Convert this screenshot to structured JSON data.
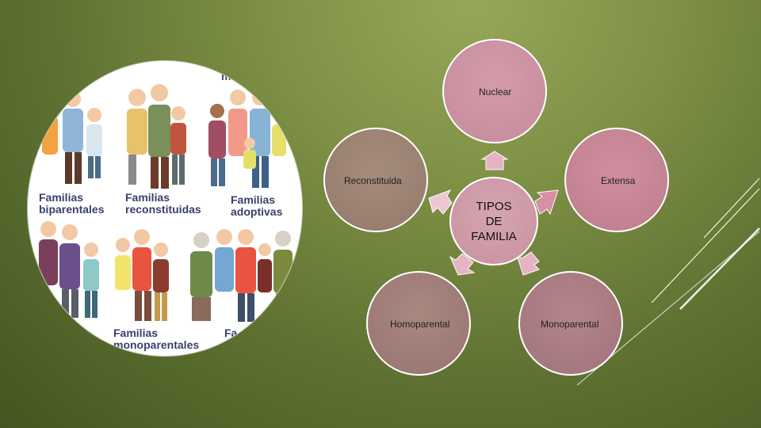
{
  "diagram": {
    "center": "TIPOS\nDE\nFAMILIA",
    "nodes": {
      "nuclear": "Nuclear",
      "extensa": "Extensa",
      "reconstituida": "Reconstituida",
      "homoparental": "Homoparental",
      "monoparental": "Monoparental"
    }
  },
  "illustration": {
    "top_fragment": "m",
    "captions": {
      "biparentales": "Familias\nbiparentales",
      "reconstituidas": "Familias\nreconstituidas",
      "adoptivas": "Familias\nadoptivas",
      "monoparentales": "Familias\nmonoparentales",
      "partial": "Fa"
    }
  },
  "colors": {
    "background": "#6f8239",
    "node_border": "#ffffff",
    "nuclear": "#c48b9c",
    "extensa": "#bd7d8d",
    "reconstituida": "#937a6b",
    "homoparental": "#977470",
    "monoparental": "#a0727a",
    "center": "#c8929f",
    "arrow": "#e6b3c4"
  }
}
